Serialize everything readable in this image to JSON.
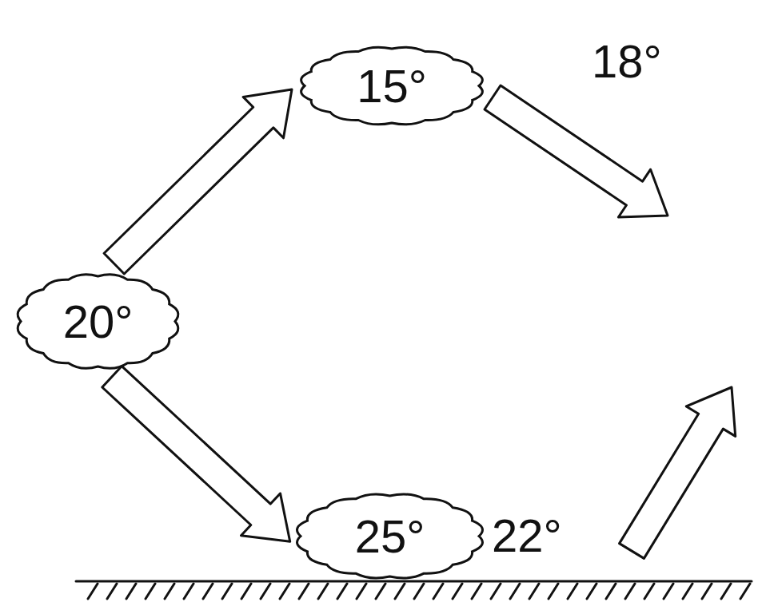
{
  "diagram": {
    "nodes": [
      {
        "text": [
          "15°"
        ]
      },
      {
        "text": [
          "20°"
        ]
      },
      {
        "text": [
          "25°"
        ]
      }
    ],
    "edges": [
      {
        "from": 1,
        "to": 0,
        "arrow": "to"
      },
      {
        "from": 1,
        "to": 2,
        "arrow": "to"
      }
    ],
    "labels": [
      "18°",
      "22°"
    ]
  }
}
